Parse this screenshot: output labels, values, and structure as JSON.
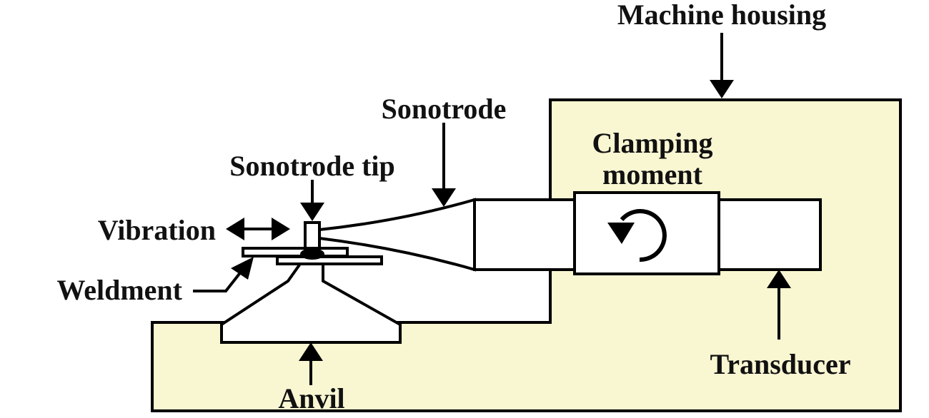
{
  "labels": {
    "machine_housing": "Machine housing",
    "sonotrode": "Sonotrode",
    "clamping_line1": "Clamping",
    "clamping_line2": "moment",
    "sonotrode_tip": "Sonotrode tip",
    "vibration": "Vibration",
    "weldment": "Weldment",
    "transducer": "Transducer",
    "anvil": "Anvil"
  },
  "colors": {
    "housing_fill": "#f9f6d2",
    "part_fill": "#ffffff",
    "stroke": "#000000",
    "text": "#111111"
  }
}
